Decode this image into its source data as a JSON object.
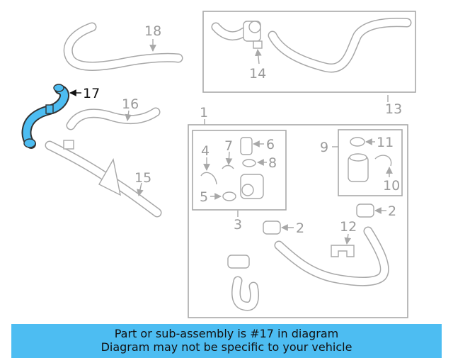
{
  "highlight_color": "#4dbdf2",
  "labels": {
    "p1": "1",
    "p2a": "2",
    "p2b": "2",
    "p3": "3",
    "p4": "4",
    "p5": "5",
    "p6": "6",
    "p7": "7",
    "p8": "8",
    "p9": "9",
    "p10": "10",
    "p11": "11",
    "p12": "12",
    "p13": "13",
    "p14": "14",
    "p15": "15",
    "p16": "16",
    "p17": "17",
    "p18": "18"
  },
  "banner": {
    "line1": "Part or sub-assembly is #17 in diagram",
    "line2": "Diagram may not be specific to your vehicle"
  }
}
